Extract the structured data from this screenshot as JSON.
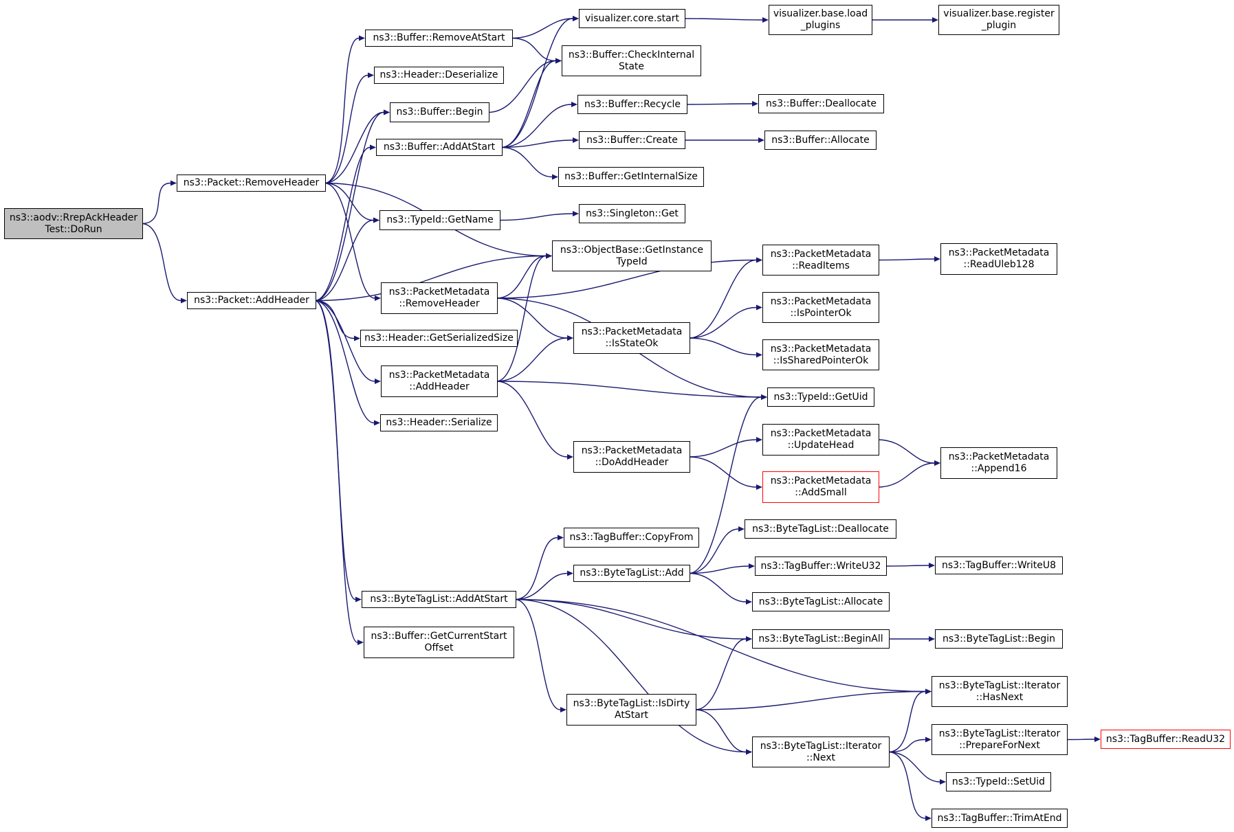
{
  "nodes": [
    {
      "id": "dorun",
      "lines": [
        "ns3::aodv::RrepAckHeader",
        "Test::DoRun"
      ]
    },
    {
      "id": "removeheader",
      "lines": [
        "ns3::Packet::RemoveHeader"
      ]
    },
    {
      "id": "addheader",
      "lines": [
        "ns3::Packet::AddHeader"
      ]
    },
    {
      "id": "buf_removeatstart",
      "lines": [
        "ns3::Buffer::RemoveAtStart"
      ]
    },
    {
      "id": "hdr_deserialize",
      "lines": [
        "ns3::Header::Deserialize"
      ]
    },
    {
      "id": "buf_begin",
      "lines": [
        "ns3::Buffer::Begin"
      ]
    },
    {
      "id": "buf_addatstart",
      "lines": [
        "ns3::Buffer::AddAtStart"
      ]
    },
    {
      "id": "typeid_getname",
      "lines": [
        "ns3::TypeId::GetName"
      ]
    },
    {
      "id": "pm_removeheader",
      "lines": [
        "ns3::PacketMetadata",
        "::RemoveHeader"
      ]
    },
    {
      "id": "hdr_getserializedsize",
      "lines": [
        "ns3::Header::GetSerializedSize"
      ]
    },
    {
      "id": "pm_addheader",
      "lines": [
        "ns3::PacketMetadata",
        "::AddHeader"
      ]
    },
    {
      "id": "hdr_serialize",
      "lines": [
        "ns3::Header::Serialize"
      ]
    },
    {
      "id": "btl_addatstart",
      "lines": [
        "ns3::ByteTagList::AddAtStart"
      ]
    },
    {
      "id": "buf_getcurrentstartoffset",
      "lines": [
        "ns3::Buffer::GetCurrentStart",
        "Offset"
      ]
    },
    {
      "id": "vis_core_start",
      "lines": [
        "visualizer.core.start"
      ]
    },
    {
      "id": "buf_checkinternalstate",
      "lines": [
        "ns3::Buffer::CheckInternal",
        "State"
      ]
    },
    {
      "id": "buf_recycle",
      "lines": [
        "ns3::Buffer::Recycle"
      ]
    },
    {
      "id": "buf_create",
      "lines": [
        "ns3::Buffer::Create"
      ]
    },
    {
      "id": "buf_getinternalsize",
      "lines": [
        "ns3::Buffer::GetInternalSize"
      ]
    },
    {
      "id": "singleton_get",
      "lines": [
        "ns3::Singleton::Get"
      ]
    },
    {
      "id": "ob_getinstancetypeid",
      "lines": [
        "ns3::ObjectBase::GetInstance",
        "TypeId"
      ]
    },
    {
      "id": "pm_isstateok",
      "lines": [
        "ns3::PacketMetadata",
        "::IsStateOk"
      ]
    },
    {
      "id": "pm_doaddheader",
      "lines": [
        "ns3::PacketMetadata",
        "::DoAddHeader"
      ]
    },
    {
      "id": "tb_copyfrom",
      "lines": [
        "ns3::TagBuffer::CopyFrom"
      ]
    },
    {
      "id": "btl_add",
      "lines": [
        "ns3::ByteTagList::Add"
      ]
    },
    {
      "id": "btl_isdirtyatstart",
      "lines": [
        "ns3::ByteTagList::IsDirty",
        "AtStart"
      ]
    },
    {
      "id": "vis_base_load_plugins",
      "lines": [
        "visualizer.base.load",
        "_plugins"
      ]
    },
    {
      "id": "buf_deallocate",
      "lines": [
        "ns3::Buffer::Deallocate"
      ]
    },
    {
      "id": "buf_allocate",
      "lines": [
        "ns3::Buffer::Allocate"
      ]
    },
    {
      "id": "pm_readitems",
      "lines": [
        "ns3::PacketMetadata",
        "::ReadItems"
      ]
    },
    {
      "id": "pm_ispointerok",
      "lines": [
        "ns3::PacketMetadata",
        "::IsPointerOk"
      ]
    },
    {
      "id": "pm_issharedpointerok",
      "lines": [
        "ns3::PacketMetadata",
        "::IsSharedPointerOk"
      ]
    },
    {
      "id": "typeid_getuid",
      "lines": [
        "ns3::TypeId::GetUid"
      ]
    },
    {
      "id": "pm_updatehead",
      "lines": [
        "ns3::PacketMetadata",
        "::UpdateHead"
      ]
    },
    {
      "id": "pm_addsmall",
      "lines": [
        "ns3::PacketMetadata",
        "::AddSmall"
      ]
    },
    {
      "id": "btl_deallocate",
      "lines": [
        "ns3::ByteTagList::Deallocate"
      ]
    },
    {
      "id": "tb_writeu32",
      "lines": [
        "ns3::TagBuffer::WriteU32"
      ]
    },
    {
      "id": "btl_allocate",
      "lines": [
        "ns3::ByteTagList::Allocate"
      ]
    },
    {
      "id": "btl_beginall",
      "lines": [
        "ns3::ByteTagList::BeginAll"
      ]
    },
    {
      "id": "btl_iter_next",
      "lines": [
        "ns3::ByteTagList::Iterator",
        "::Next"
      ]
    },
    {
      "id": "vis_base_register_plugin",
      "lines": [
        "visualizer.base.register",
        "_plugin"
      ]
    },
    {
      "id": "pm_readuleb128",
      "lines": [
        "ns3::PacketMetadata",
        "::ReadUleb128"
      ]
    },
    {
      "id": "pm_append16",
      "lines": [
        "ns3::PacketMetadata",
        "::Append16"
      ]
    },
    {
      "id": "tb_writeu8",
      "lines": [
        "ns3::TagBuffer::WriteU8"
      ]
    },
    {
      "id": "btl_begin",
      "lines": [
        "ns3::ByteTagList::Begin"
      ]
    },
    {
      "id": "btl_iter_hasnext",
      "lines": [
        "ns3::ByteTagList::Iterator",
        "::HasNext"
      ]
    },
    {
      "id": "btl_iter_preparefornext",
      "lines": [
        "ns3::ByteTagList::Iterator",
        "::PrepareForNext"
      ]
    },
    {
      "id": "typeid_setuid",
      "lines": [
        "ns3::TypeId::SetUid"
      ]
    },
    {
      "id": "tb_trimatend",
      "lines": [
        "ns3::TagBuffer::TrimAtEnd"
      ]
    },
    {
      "id": "tb_readu32",
      "lines": [
        "ns3::TagBuffer::ReadU32"
      ]
    }
  ],
  "edges": [
    [
      "dorun",
      "removeheader"
    ],
    [
      "dorun",
      "addheader"
    ],
    [
      "removeheader",
      "buf_removeatstart"
    ],
    [
      "removeheader",
      "hdr_deserialize"
    ],
    [
      "removeheader",
      "buf_begin"
    ],
    [
      "removeheader",
      "typeid_getname"
    ],
    [
      "removeheader",
      "ob_getinstancetypeid"
    ],
    [
      "removeheader",
      "pm_removeheader"
    ],
    [
      "addheader",
      "buf_begin"
    ],
    [
      "addheader",
      "buf_addatstart"
    ],
    [
      "addheader",
      "typeid_getname"
    ],
    [
      "addheader",
      "ob_getinstancetypeid"
    ],
    [
      "addheader",
      "hdr_getserializedsize"
    ],
    [
      "addheader",
      "pm_addheader"
    ],
    [
      "addheader",
      "hdr_serialize"
    ],
    [
      "addheader",
      "btl_addatstart"
    ],
    [
      "addheader",
      "buf_getcurrentstartoffset"
    ],
    [
      "buf_removeatstart",
      "vis_core_start"
    ],
    [
      "buf_removeatstart",
      "buf_checkinternalstate"
    ],
    [
      "buf_begin",
      "buf_checkinternalstate"
    ],
    [
      "buf_addatstart",
      "vis_core_start"
    ],
    [
      "buf_addatstart",
      "buf_checkinternalstate"
    ],
    [
      "buf_addatstart",
      "buf_recycle"
    ],
    [
      "buf_addatstart",
      "buf_create"
    ],
    [
      "buf_addatstart",
      "buf_getinternalsize"
    ],
    [
      "typeid_getname",
      "singleton_get"
    ],
    [
      "pm_removeheader",
      "ob_getinstancetypeid"
    ],
    [
      "pm_removeheader",
      "pm_readitems"
    ],
    [
      "pm_removeheader",
      "pm_isstateok"
    ],
    [
      "pm_removeheader",
      "typeid_getuid"
    ],
    [
      "pm_addheader",
      "ob_getinstancetypeid"
    ],
    [
      "pm_addheader",
      "pm_isstateok"
    ],
    [
      "pm_addheader",
      "typeid_getuid"
    ],
    [
      "pm_addheader",
      "pm_doaddheader"
    ],
    [
      "btl_addatstart",
      "tb_copyfrom"
    ],
    [
      "btl_addatstart",
      "btl_add"
    ],
    [
      "btl_addatstart",
      "btl_beginall"
    ],
    [
      "btl_addatstart",
      "btl_iter_hasnext"
    ],
    [
      "btl_addatstart",
      "btl_isdirtyatstart"
    ],
    [
      "btl_addatstart",
      "btl_iter_next"
    ],
    [
      "vis_core_start",
      "vis_base_load_plugins"
    ],
    [
      "vis_base_load_plugins",
      "vis_base_register_plugin"
    ],
    [
      "buf_recycle",
      "buf_deallocate"
    ],
    [
      "buf_create",
      "buf_allocate"
    ],
    [
      "pm_readitems",
      "pm_readuleb128"
    ],
    [
      "pm_isstateok",
      "pm_readitems"
    ],
    [
      "pm_isstateok",
      "pm_ispointerok"
    ],
    [
      "pm_isstateok",
      "pm_issharedpointerok"
    ],
    [
      "pm_doaddheader",
      "pm_updatehead"
    ],
    [
      "pm_doaddheader",
      "pm_addsmall"
    ],
    [
      "pm_updatehead",
      "pm_append16"
    ],
    [
      "pm_addsmall",
      "pm_append16"
    ],
    [
      "btl_add",
      "typeid_getuid"
    ],
    [
      "btl_add",
      "btl_deallocate"
    ],
    [
      "btl_add",
      "tb_writeu32"
    ],
    [
      "btl_add",
      "btl_allocate"
    ],
    [
      "tb_writeu32",
      "tb_writeu8"
    ],
    [
      "btl_beginall",
      "btl_begin"
    ],
    [
      "btl_isdirtyatstart",
      "btl_beginall"
    ],
    [
      "btl_isdirtyatstart",
      "btl_iter_hasnext"
    ],
    [
      "btl_isdirtyatstart",
      "btl_iter_next"
    ],
    [
      "btl_iter_next",
      "btl_iter_hasnext"
    ],
    [
      "btl_iter_next",
      "btl_iter_preparefornext"
    ],
    [
      "btl_iter_next",
      "typeid_setuid"
    ],
    [
      "btl_iter_next",
      "tb_trimatend"
    ],
    [
      "btl_iter_preparefornext",
      "tb_readu32"
    ]
  ]
}
